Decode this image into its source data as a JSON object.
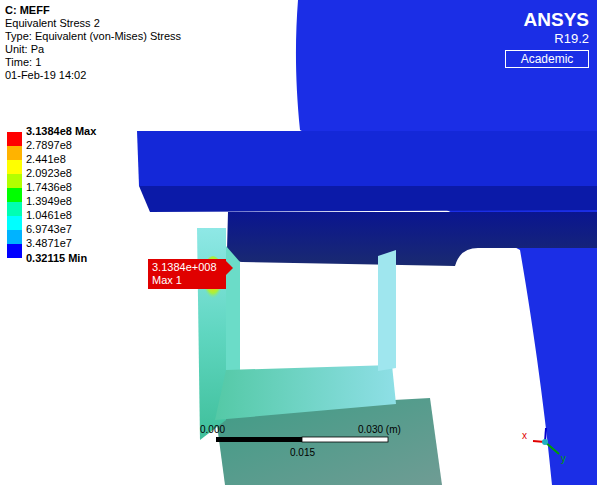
{
  "diagram": {
    "nodes": [
      {
        "text": [
          "ANSYS",
          "R19.2",
          "Academic"
        ]
      },
      {
        "text": [
          "3.1384e+008 Max 1"
        ]
      }
    ],
    "labels": [
      "C: MEFF",
      "Equivalent Stress 2",
      "Type: Equivalent (von-Mises) Stress",
      "Unit: Pa",
      "Time: 1",
      "01-Feb-19 14:02",
      "0.32115 Min",
      "0.000",
      "0.030 (m)",
      "0.015",
      "x",
      "y"
    ],
    "legend": [
      {
        "text": "3.1384e8 Max",
        "color": "#ff0000"
      },
      {
        "text": "2.7897e8",
        "color": "#ffb300"
      },
      {
        "text": "2.441e8",
        "color": "#ffff00"
      },
      {
        "text": "2.0923e8",
        "color": "#b3ff00"
      },
      {
        "text": "1.7436e8",
        "color": "#00ff00"
      },
      {
        "text": "1.3949e8",
        "color": "#00ffb3"
      },
      {
        "text": "1.0461e8",
        "color": "#00ffff"
      },
      {
        "text": "6.9743e7",
        "color": "#00b3ff"
      },
      {
        "text": "3.4871e7",
        "color": "#0000ff"
      }
    ]
  }
}
